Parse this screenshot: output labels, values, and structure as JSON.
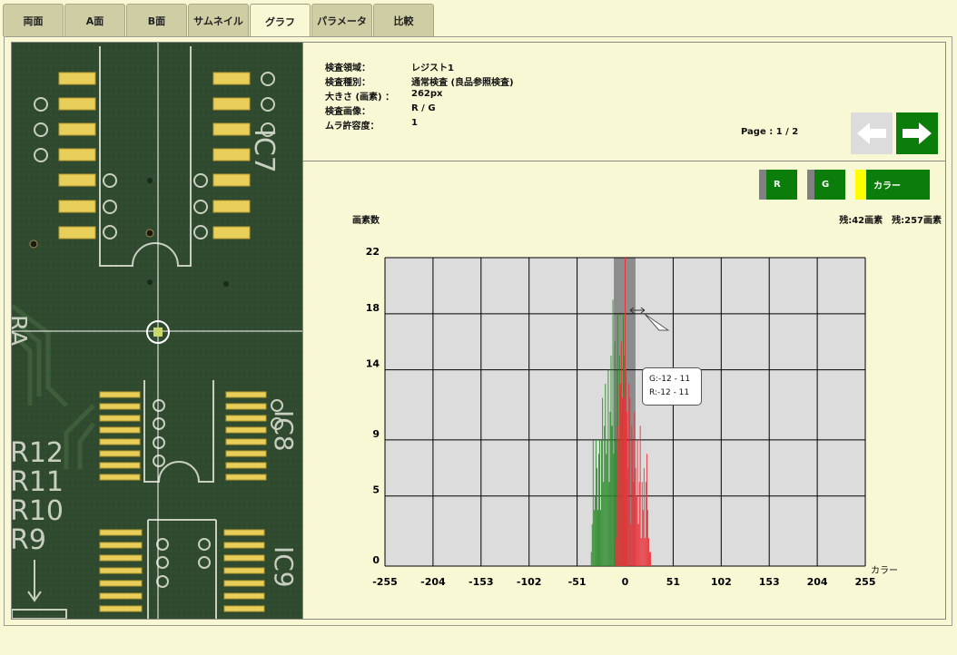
{
  "tabs": [
    "両面",
    "A面",
    "B面",
    "サムネイル",
    "グラフ",
    "パラメータ",
    "比較"
  ],
  "active_tab": "グラフ",
  "info": [
    {
      "key": "検査領域：",
      "value": "レジスト1"
    },
    {
      "key": "検査種別：",
      "value": "通常検査 (良品参照検査)"
    },
    {
      "key": "大きさ (画素) ：",
      "value": "262px"
    },
    {
      "key": "検査画像：",
      "value": "R / G"
    },
    {
      "key": "ムラ許容度：",
      "value": "1"
    }
  ],
  "page": "Page : 1 / 2",
  "nav": {
    "prev_icon": "arrow-left-icon",
    "next_icon": "arrow-right-icon",
    "prev_color": "#dcdcdc",
    "next_color": "#0a7d0a"
  },
  "board": {
    "labels": {
      "ic7": "IC7",
      "ic8": "IC8",
      "ic9": "IC9",
      "ra": "RA",
      "r12": "R12",
      "r11": "R11",
      "r10": "R10",
      "r9": "R9"
    }
  },
  "legend": [
    {
      "label": "R",
      "swatch": "#808080"
    },
    {
      "label": "G",
      "swatch": "#808080"
    },
    {
      "label": "カラー",
      "swatch": "#ffff00"
    }
  ],
  "graph": {
    "ylabel": "画素数",
    "remain": "残:42画素　残:257画素",
    "xlabel": "カラー",
    "tooltip": {
      "line1": "G:-12 - 11",
      "line2": "R:-12 - 11"
    }
  },
  "chart_data": {
    "type": "bar",
    "xlabel": "カラー",
    "ylabel": "画素数",
    "x_ticks": [
      "-255",
      "-204",
      "-153",
      "-102",
      "-51",
      "0",
      "51",
      "102",
      "153",
      "204",
      "255"
    ],
    "y_ticks": [
      "0",
      "5",
      "9",
      "14",
      "18",
      "22"
    ],
    "xlim": [
      -255,
      255
    ],
    "ylim": [
      0,
      22
    ],
    "grid": true,
    "highlight_range": [
      -12,
      11
    ],
    "series": [
      {
        "name": "G",
        "color": "#2e8b2e",
        "x": [
          -36,
          -35,
          -34,
          -33,
          -32,
          -31,
          -30,
          -29,
          -28,
          -27,
          -26,
          -25,
          -24,
          -23,
          -22,
          -21,
          -20,
          -19,
          -18,
          -17,
          -16,
          -15,
          -14,
          -13,
          -12,
          -11,
          -10,
          -9,
          -8,
          -7,
          -6,
          -5,
          -4,
          -3,
          -2,
          -1,
          0,
          1,
          2
        ],
        "values": [
          1,
          3,
          9,
          4,
          5,
          9,
          7,
          4,
          8,
          9,
          4,
          9,
          12,
          6,
          10,
          13,
          8,
          9,
          14,
          6,
          11,
          15,
          10,
          19,
          8,
          16,
          9,
          14,
          18,
          9,
          15,
          13,
          11,
          12,
          18,
          9,
          7,
          6,
          4
        ]
      },
      {
        "name": "R",
        "color": "#e8343a",
        "x": [
          -10,
          -9,
          -8,
          -7,
          -6,
          -5,
          -4,
          -3,
          -2,
          -1,
          0,
          1,
          2,
          3,
          4,
          5,
          6,
          7,
          8,
          9,
          10,
          11,
          12,
          13,
          14,
          15,
          16,
          17,
          18,
          19,
          20,
          21,
          22,
          23,
          24,
          25,
          26,
          27
        ],
        "values": [
          2,
          5,
          10,
          6,
          13,
          3,
          16,
          8,
          12,
          15,
          9,
          14,
          11,
          7,
          13,
          12,
          3,
          10,
          9,
          6,
          11,
          7,
          5,
          9,
          3,
          6,
          10,
          2,
          6,
          4,
          7,
          2,
          6,
          8,
          4,
          2,
          1,
          1
        ]
      }
    ]
  }
}
